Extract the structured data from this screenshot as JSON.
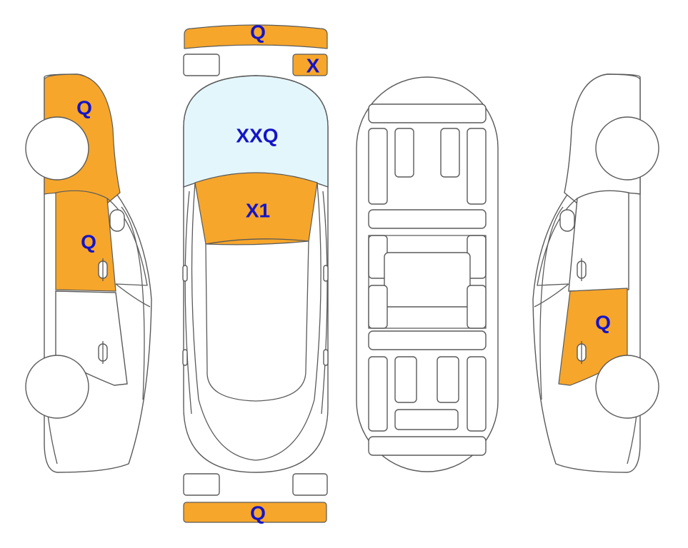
{
  "colors": {
    "damage_fill": "#f6a62b",
    "glass_fill": "#e3f6fb",
    "label": "#1414c8",
    "outline": "#5a5a5a"
  },
  "labels": {
    "front_bumper": "Q",
    "front_right_small": "X",
    "left_front_fender": "Q",
    "left_front_door": "Q",
    "windshield": "XXQ",
    "hood": "X1",
    "right_rear_door": "Q",
    "rear_bumper": "Q"
  }
}
